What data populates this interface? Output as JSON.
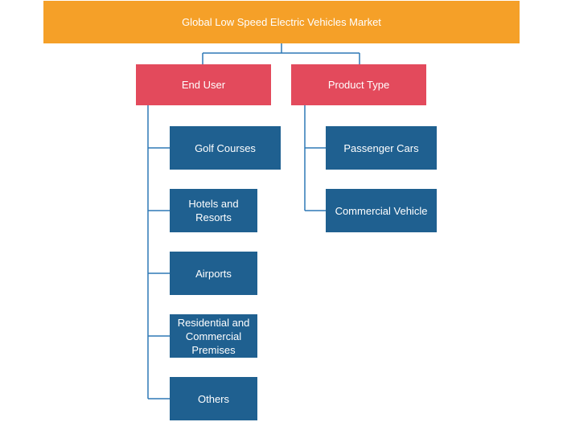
{
  "diagram": {
    "root": {
      "label": "Global Low Speed Electric Vehicles Market"
    },
    "categories": [
      {
        "label": "End User",
        "children": [
          "Golf Courses",
          "Hotels and Resorts",
          "Airports",
          "Residential and Commercial Premises",
          "Others"
        ]
      },
      {
        "label": "Product Type",
        "children": [
          "Passenger Cars",
          "Commercial Vehicle"
        ]
      }
    ],
    "colors": {
      "root": "#f5a028",
      "category": "#e34a5c",
      "leaf": "#1f6090",
      "connector": "#2e79b5"
    }
  }
}
